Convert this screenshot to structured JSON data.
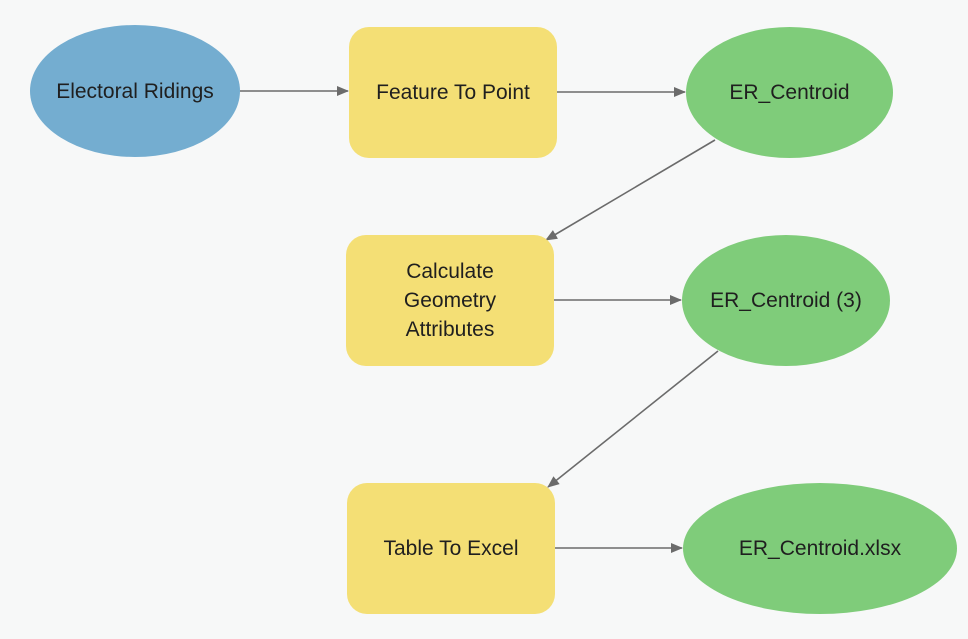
{
  "nodes": {
    "electoral_ridings": {
      "label": "Electoral Ridings",
      "kind": "input-data"
    },
    "feature_to_point": {
      "label": "Feature To Point",
      "kind": "tool"
    },
    "er_centroid": {
      "label": "ER_Centroid",
      "kind": "derived-data"
    },
    "calculate_geometry": {
      "label": "Calculate\nGeometry\nAttributes",
      "kind": "tool"
    },
    "er_centroid_3": {
      "label": "ER_Centroid (3)",
      "kind": "derived-data"
    },
    "table_to_excel": {
      "label": "Table To Excel",
      "kind": "tool"
    },
    "er_centroid_xlsx": {
      "label": "ER_Centroid.xlsx",
      "kind": "derived-data"
    }
  },
  "connections": [
    {
      "from": "Electoral Ridings",
      "to": "Feature To Point"
    },
    {
      "from": "Feature To Point",
      "to": "ER_Centroid"
    },
    {
      "from": "ER_Centroid",
      "to": "Calculate Geometry Attributes"
    },
    {
      "from": "Calculate Geometry Attributes",
      "to": "ER_Centroid (3)"
    },
    {
      "from": "ER_Centroid (3)",
      "to": "Table To Excel"
    },
    {
      "from": "Table To Excel",
      "to": "ER_Centroid.xlsx"
    }
  ],
  "colors": {
    "background": "#f7f8f8",
    "input_data": "#74add0",
    "tool": "#f4df75",
    "derived_data": "#7fcc7a",
    "connector": "#6b6b6b"
  }
}
